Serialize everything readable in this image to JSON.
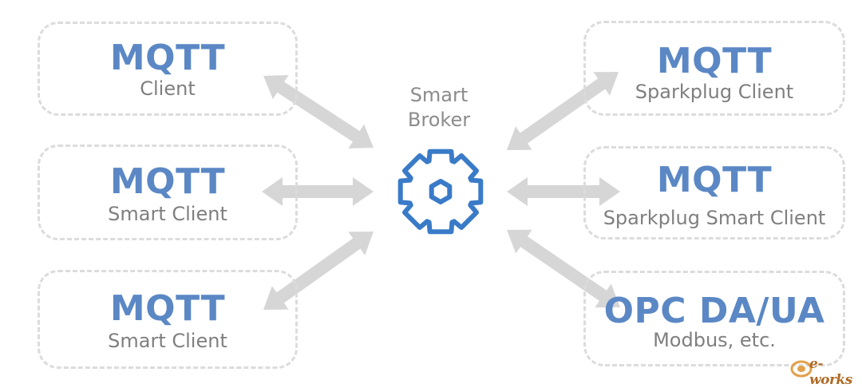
{
  "hub": {
    "line1": "Smart",
    "line2": "Broker",
    "icon": "gear-icon"
  },
  "nodes": {
    "left_top": {
      "title": "MQTT",
      "subtitle": "Client"
    },
    "left_mid": {
      "title": "MQTT",
      "subtitle": "Smart Client"
    },
    "left_bot": {
      "title": "MQTT",
      "subtitle": "Smart Client"
    },
    "right_top": {
      "title": "MQTT",
      "subtitle": "Sparkplug Client"
    },
    "right_mid": {
      "title": "MQTT",
      "subtitle": "Sparkplug Smart Client"
    },
    "right_bot": {
      "title": "OPC DA/UA",
      "subtitle": "Modbus, etc."
    }
  },
  "watermark": {
    "text": "e-works"
  },
  "colors": {
    "accent": "#5b88c5",
    "gear": "#3a7bc8",
    "arrow": "#d6d6d6",
    "border": "#dcdcdc",
    "subtext": "#7f7f7f"
  }
}
